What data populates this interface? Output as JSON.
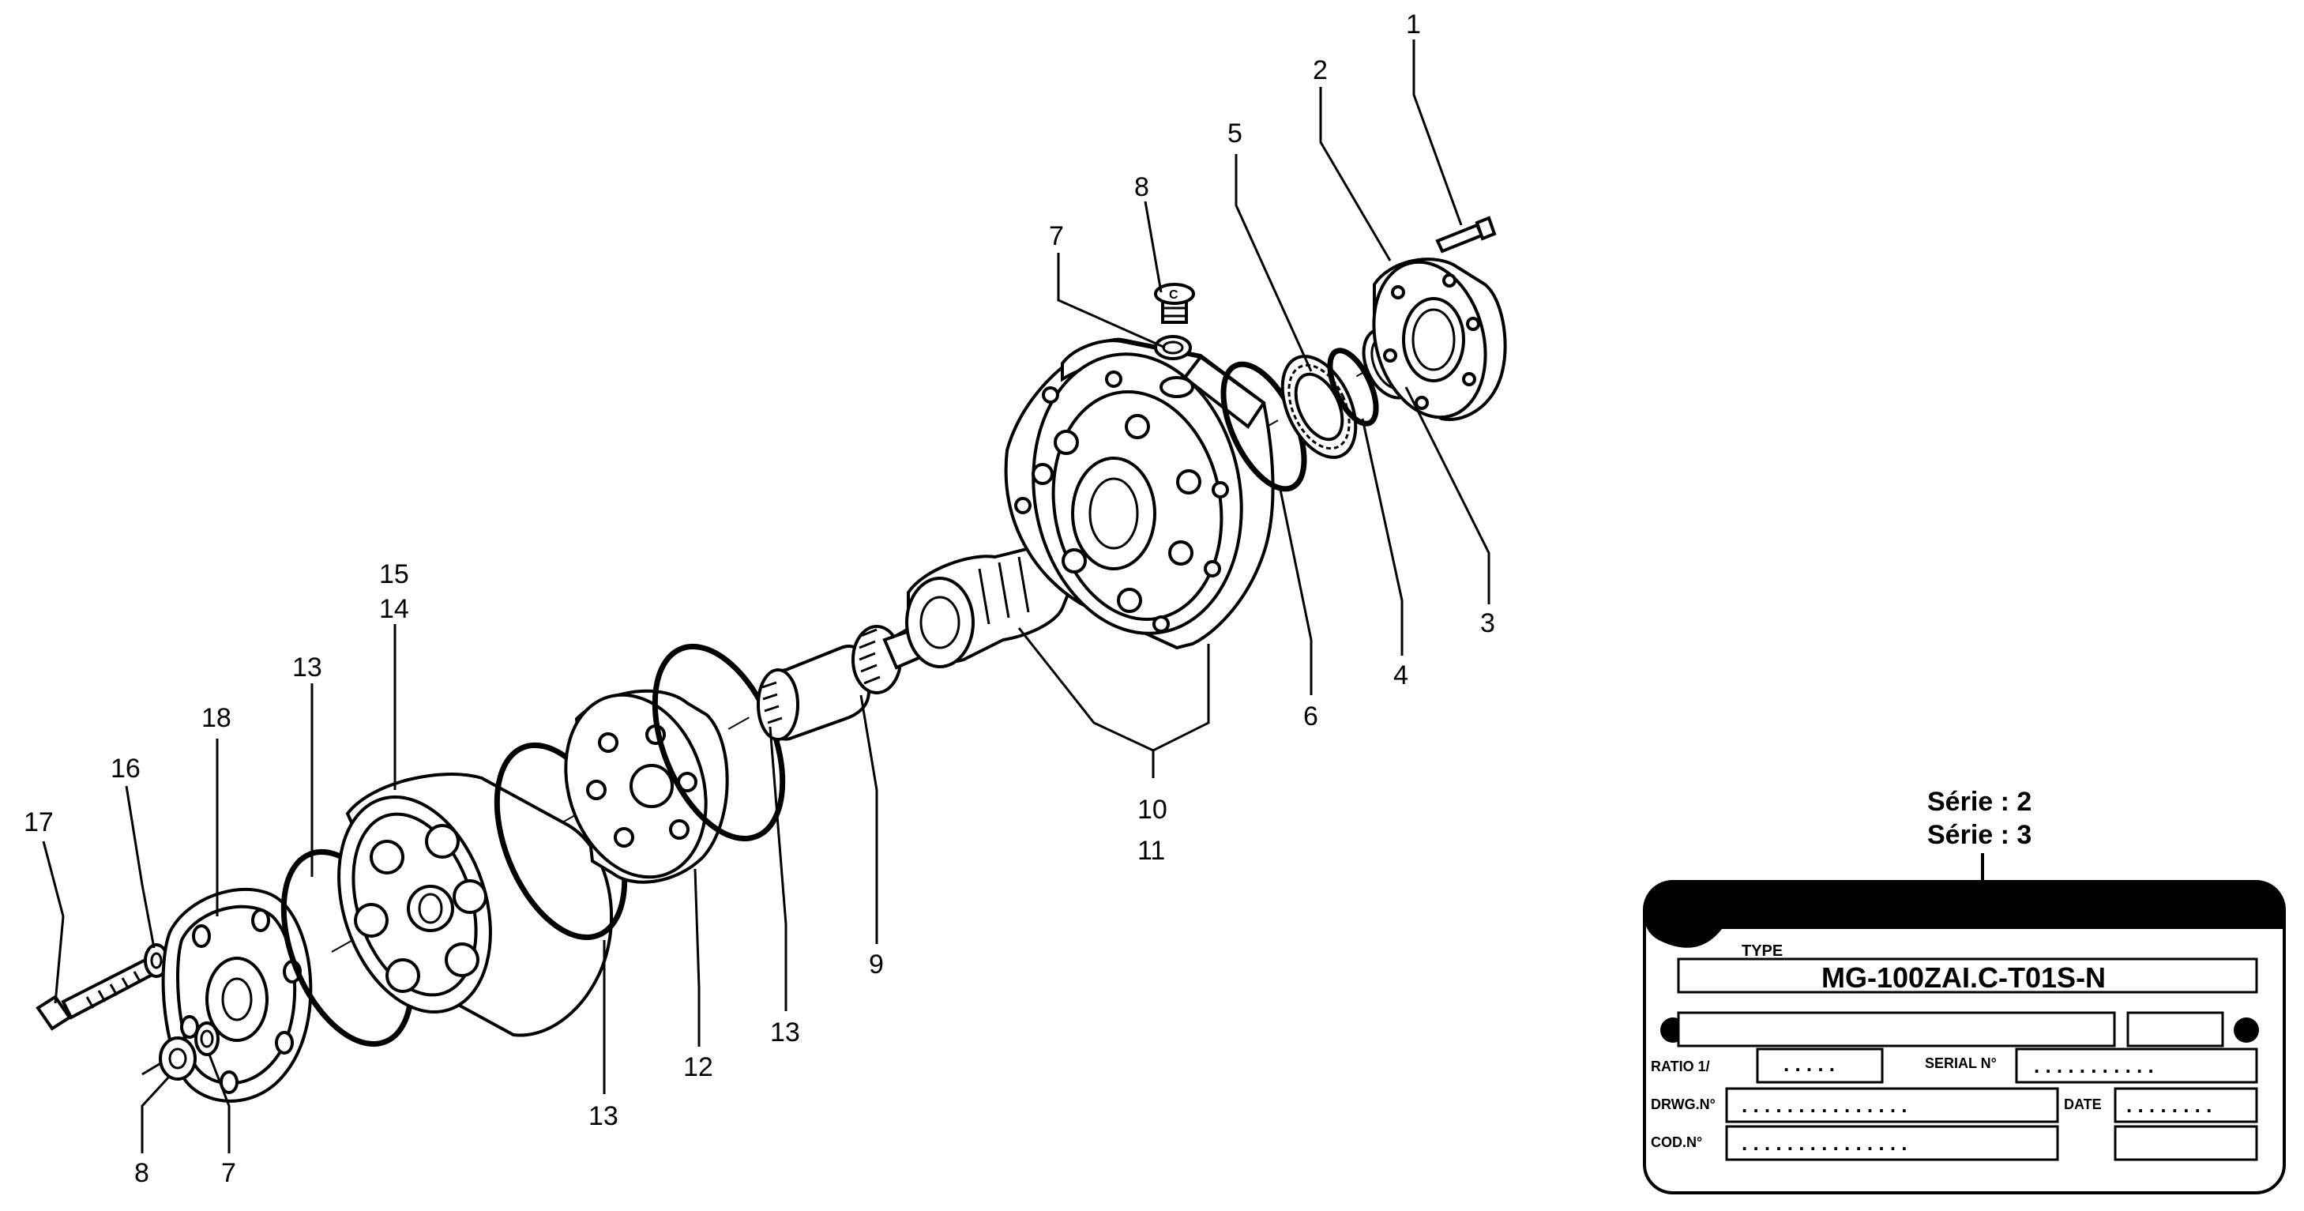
{
  "callouts": {
    "c1": "1",
    "c2": "2",
    "c3": "3",
    "c4": "4",
    "c5": "5",
    "c6": "6",
    "c7_top": "7",
    "c8_top": "8",
    "c9": "9",
    "c10": "10",
    "c11": "11",
    "c12": "12",
    "c13_a": "13",
    "c13_b": "13",
    "c13_c": "13",
    "c14": "14",
    "c15": "15",
    "c16": "16",
    "c17": "17",
    "c18": "18",
    "c8_bottom": "8",
    "c7_bottom": "7"
  },
  "plug_mark": "C",
  "nameplate": {
    "serie_line1": "Série : 2",
    "serie_line2": "Série : 3",
    "type_label": "TYPE",
    "type_value": "MG-100ZAI.C-T01S-N",
    "ratio_label": "RATIO 1/",
    "ratio_dots": ". . . . .",
    "serial_label": "SERIAL N°",
    "serial_dots": ". . . . . . . . . . .",
    "drwg_label": "DRWG.N°",
    "drwg_dots": ". . . . . . . . . . . . . . .",
    "date_label": "DATE",
    "date_dots": ". . . . . . . .",
    "cod_label": "COD.N°",
    "cod_dots": ". . . . . . . . . . . . . . ."
  }
}
